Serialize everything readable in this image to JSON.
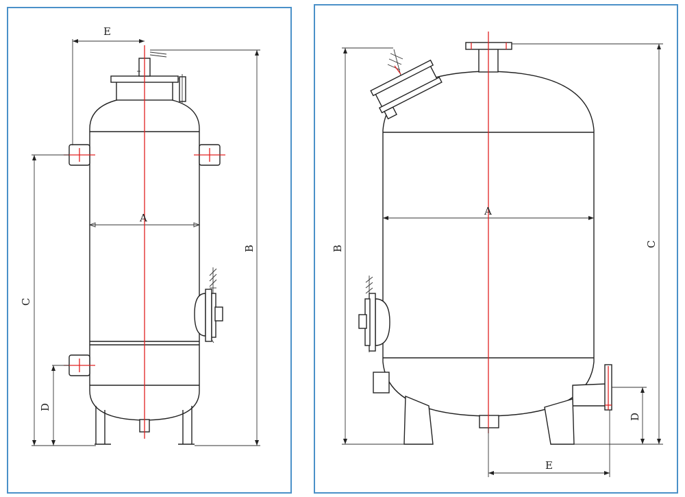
{
  "left_drawing": {
    "labels": {
      "a": "A",
      "b": "B",
      "c": "C",
      "d": "D",
      "e": "E"
    }
  },
  "right_drawing": {
    "labels": {
      "a": "A",
      "b": "B",
      "c": "C",
      "d": "D",
      "e": "E"
    }
  },
  "colors": {
    "frame": "#4a90c8",
    "centerline": "#e02020",
    "line": "#222222"
  }
}
